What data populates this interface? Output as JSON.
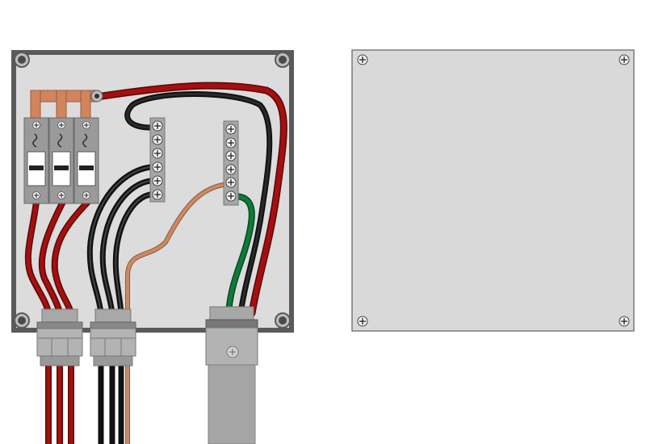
{
  "diagram": {
    "components": {
      "enclosure": "open-enclosure",
      "cover": "enclosure-cover",
      "breakers": [
        "breaker-1",
        "breaker-2",
        "breaker-3"
      ],
      "busbar": "copper-busbar",
      "neutral_bar": "neutral-terminal-bar",
      "ground_bar": "ground-terminal-bar",
      "glands": [
        "cable-gland-left",
        "cable-gland-middle",
        "conduit-entry-right"
      ],
      "neutral_bar_screws": 6,
      "ground_bar_screws": 6,
      "cover_screws": 4
    },
    "wire_colors": {
      "hot": "#a50f0f",
      "neutral": "#111111",
      "ground": "#0f7a3a",
      "bare": "#c98a64",
      "copper": "#d1845e"
    },
    "body_colors": {
      "enclosure_frame": "#5a5a5a",
      "panel": "#dcdcdc",
      "breaker": "#9a9a9a",
      "terminal_bar": "#a6a6a6"
    },
    "icons": [
      "screw-icon",
      "fuse-icon",
      "breaker-switch-icon"
    ]
  }
}
